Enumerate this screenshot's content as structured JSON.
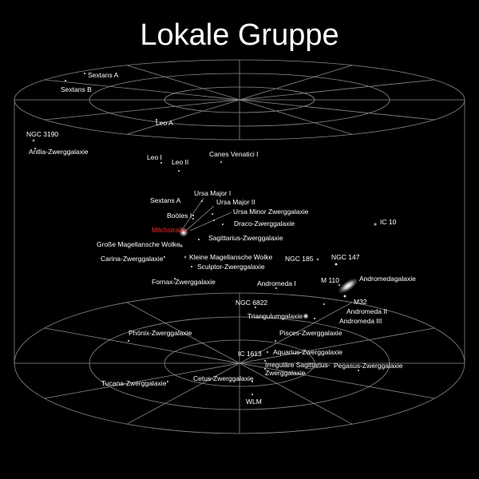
{
  "title": "Lokale Gruppe",
  "colors": {
    "background": "#000000",
    "grid": "#8a8a8a",
    "label": "#ffffff",
    "highlight": "#ff2a2a"
  },
  "galaxies": [
    {
      "name": "Sextans A"
    },
    {
      "name": "Sextans B"
    },
    {
      "name": "Leo A"
    },
    {
      "name": "NGC 3190"
    },
    {
      "name": "Antlia-Zwerggalaxie"
    },
    {
      "name": "Leo I"
    },
    {
      "name": "Leo II"
    },
    {
      "name": "Canes Venatici I"
    },
    {
      "name": "Ursa Major I"
    },
    {
      "name": "Sextans A"
    },
    {
      "name": "Ursa Major II"
    },
    {
      "name": "Boötes I"
    },
    {
      "name": "Ursa Minor Zwerggalaxie"
    },
    {
      "name": "Draco-Zwerggalaxie"
    },
    {
      "name": "Milchstraße",
      "highlight": true
    },
    {
      "name": "Sagittarius-Zwerggalaxie"
    },
    {
      "name": "IC 10"
    },
    {
      "name": "Große Magellansche Wolke"
    },
    {
      "name": "Kleine Magellansche Wolke"
    },
    {
      "name": "Carina-Zwerggalaxie"
    },
    {
      "name": "NGC 185"
    },
    {
      "name": "NGC 147"
    },
    {
      "name": "Sculptor-Zwerggalaxie"
    },
    {
      "name": "Fornax-Zwerggalaxie"
    },
    {
      "name": "M 110"
    },
    {
      "name": "Andromedagalaxie"
    },
    {
      "name": "Andromeda I"
    },
    {
      "name": "NGC 6822"
    },
    {
      "name": "M32"
    },
    {
      "name": "Andromeda II"
    },
    {
      "name": "Triangulumgalaxie"
    },
    {
      "name": "Andromeda III"
    },
    {
      "name": "Phönix-Zwerggalaxie"
    },
    {
      "name": "Pisces-Zwerggalaxie"
    },
    {
      "name": "IC 1613"
    },
    {
      "name": "Aquarius-Zwerggalaxie"
    },
    {
      "name": "Irreguläre Sagittarius-"
    },
    {
      "name": "Zwerggalaxie"
    },
    {
      "name": "Pegasus-Zwerggalaxie"
    },
    {
      "name": "Tucana-Zwerggalaxie"
    },
    {
      "name": "Cetus-Zwerggalaxie"
    },
    {
      "name": "WLM"
    }
  ]
}
